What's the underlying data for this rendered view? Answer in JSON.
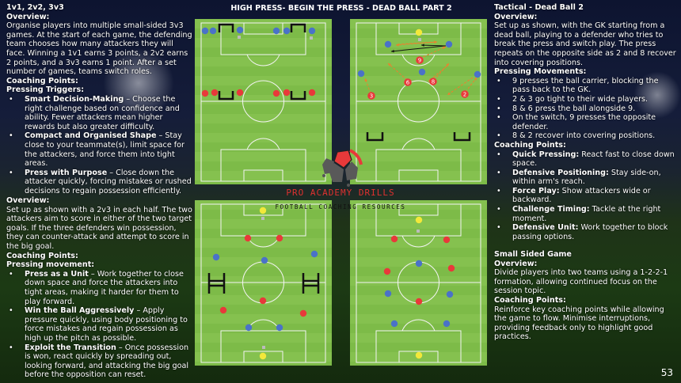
{
  "title": "HIGH PRESS- BEGIN THE PRESS - DEAD BALL PART 2",
  "page_number": "53",
  "logo": {
    "name": "PRO ACADEMY DRILLS",
    "tagline": "FOOTBALL COACHING RESOURCES"
  },
  "left_top": {
    "heading": "1v1, 2v2, 3v3",
    "overview_label": "Overview:",
    "overview": "Organise players into multiple small-sided 3v3 games. At the start of each game, the defending team chooses how many attackers they will face. Winning a 1v1 earns 3 points, a 2v2 earns 2 points, and a 3v3 earns 1 point. After a set number of games, teams switch roles.",
    "coaching_label": "Coaching Points:",
    "sub_label": "Pressing Triggers:",
    "points": [
      {
        "title": "Smart Decision-Making",
        "text": " – Choose the right challenge based on confidence and ability. Fewer attackers mean higher rewards but also greater difficulty."
      },
      {
        "title": "Compact and Organised Shape",
        "text": " – Stay close to your teammate(s), limit space for the attackers, and force them into tight areas."
      },
      {
        "title": "Press with Purpose",
        "text": " – Close down the attacker quickly, forcing mistakes or rushed decisions to regain possession efficiently."
      }
    ]
  },
  "left_bottom": {
    "overview_label": "Overview:",
    "overview": "Set up as shown with a 2v3 in each half. The two attackers aim to score in either of the two target goals. If the three defenders win possession, they can counter-attack and attempt to score in the big goal.",
    "coaching_label": "Coaching Points:",
    "sub_label": "Pressing movement:",
    "points": [
      {
        "title": "Press as a Unit",
        "text": " – Work together to close down space and force the attackers into tight areas, making it harder for them to play forward."
      },
      {
        "title": "Win the Ball Aggressively",
        "text": " – Apply pressure quickly, using body positioning to force mistakes and regain possession as high up the pitch as possible."
      },
      {
        "title": "Exploit the Transition",
        "text": " – Once possession is won, react quickly by spreading out, looking forward, and attacking the big goal before the opposition can reset."
      }
    ]
  },
  "right_top": {
    "heading": "Tactical - Dead Ball 2",
    "overview_label": "Overview:",
    "overview": "Set up as shown, with the GK starting from a dead ball, playing to a defender who tries to break the press and switch play. The press repeats on the opposite side as 2 and 8 recover into covering positions.",
    "movements_label": "Pressing Movements:",
    "movements": [
      "9 presses the ball carrier, blocking the pass back to the GK.",
      "2 & 3 go tight to their wide players.",
      "8 & 6 press the ball alongside 9.",
      "On the switch, 9 presses the opposite defender.",
      "8 & 2 recover into covering positions."
    ],
    "coaching_label": "Coaching Points:",
    "points": [
      {
        "title": "Quick Pressing:",
        "text": " React fast to close down space."
      },
      {
        "title": "Defensive Positioning:",
        "text": " Stay side-on, within arm's reach."
      },
      {
        "title": "Force Play:",
        "text": " Show attackers wide or backward."
      },
      {
        "title": "Challenge Timing:",
        "text": " Tackle at the right moment."
      },
      {
        "title": "Defensive Unit:",
        "text": " Work together to block passing options."
      }
    ]
  },
  "right_bottom": {
    "heading": "Small Sided Game",
    "overview_label": "Overview:",
    "overview": "Divide players into two teams using a 1-2-2-1 formation, allowing continued focus on the session topic.",
    "coaching_label": "Coaching Points:",
    "coaching": "Reinforce key coaching points while allowing the game to flow. Minimise interruptions, providing feedback only to highlight good practices."
  },
  "diagram_tr_numbers": [
    "9",
    "6",
    "8",
    "3",
    "2"
  ],
  "colors": {
    "red": "#e8393a",
    "blue": "#4a72c8",
    "yellow": "#f2e83a",
    "pitch": "#7dbb48"
  }
}
